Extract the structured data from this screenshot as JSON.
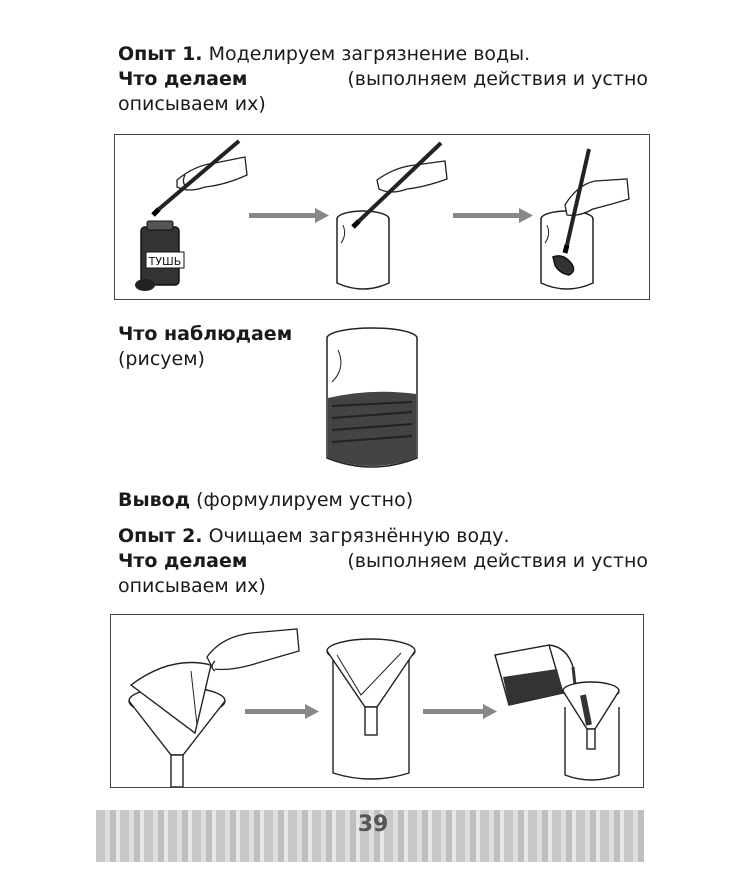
{
  "exp1": {
    "title_bold": "Опыт 1.",
    "title_text": "Моделируем загрязнение воды.",
    "do_bold": "Что делаем",
    "do_rest": "(выполняем действия и устно",
    "do_line2": "описываем их)"
  },
  "illustration1": {
    "bottle_label": "ТУШЬ"
  },
  "observe": {
    "bold": "Что наблюдаем",
    "rest": "(рисуем)"
  },
  "conclusion": {
    "bold": "Вывод",
    "rest": "(формулируем устно)"
  },
  "exp2": {
    "title_bold": "Опыт 2.",
    "title_text": "Очищаем загрязнённую воду.",
    "do_bold": "Что делаем",
    "do_rest": "(выполняем действия и устно",
    "do_line2": "описываем их)"
  },
  "footer": {
    "page_number": "39"
  }
}
